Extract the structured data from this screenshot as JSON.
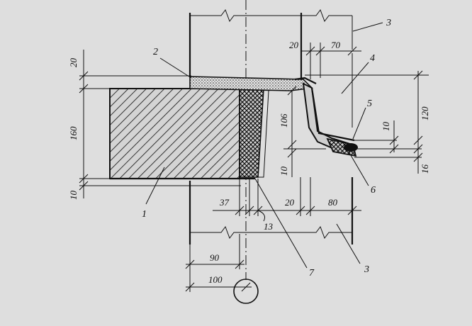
{
  "figure": {
    "dimensions": {
      "d_top_20": "20",
      "d_left_160": "160",
      "d_left_10": "10",
      "d_top_mid_20": "20",
      "d_top_70": "70",
      "d_v_106": "106",
      "d_v_10_lower": "10",
      "d_v_10_right": "10",
      "d_right_120": "120",
      "d_right_16": "16",
      "d_bot_37": "37",
      "d_bot_13": "13",
      "d_bot_20": "20",
      "d_bot_80": "80",
      "d_bot_90": "90",
      "d_bot_100": "100"
    },
    "callouts": {
      "c1": "1",
      "c2": "2",
      "c3_top": "3",
      "c3_bottom": "3",
      "c4": "4",
      "c5": "5",
      "c6": "6",
      "c7": "7"
    }
  }
}
